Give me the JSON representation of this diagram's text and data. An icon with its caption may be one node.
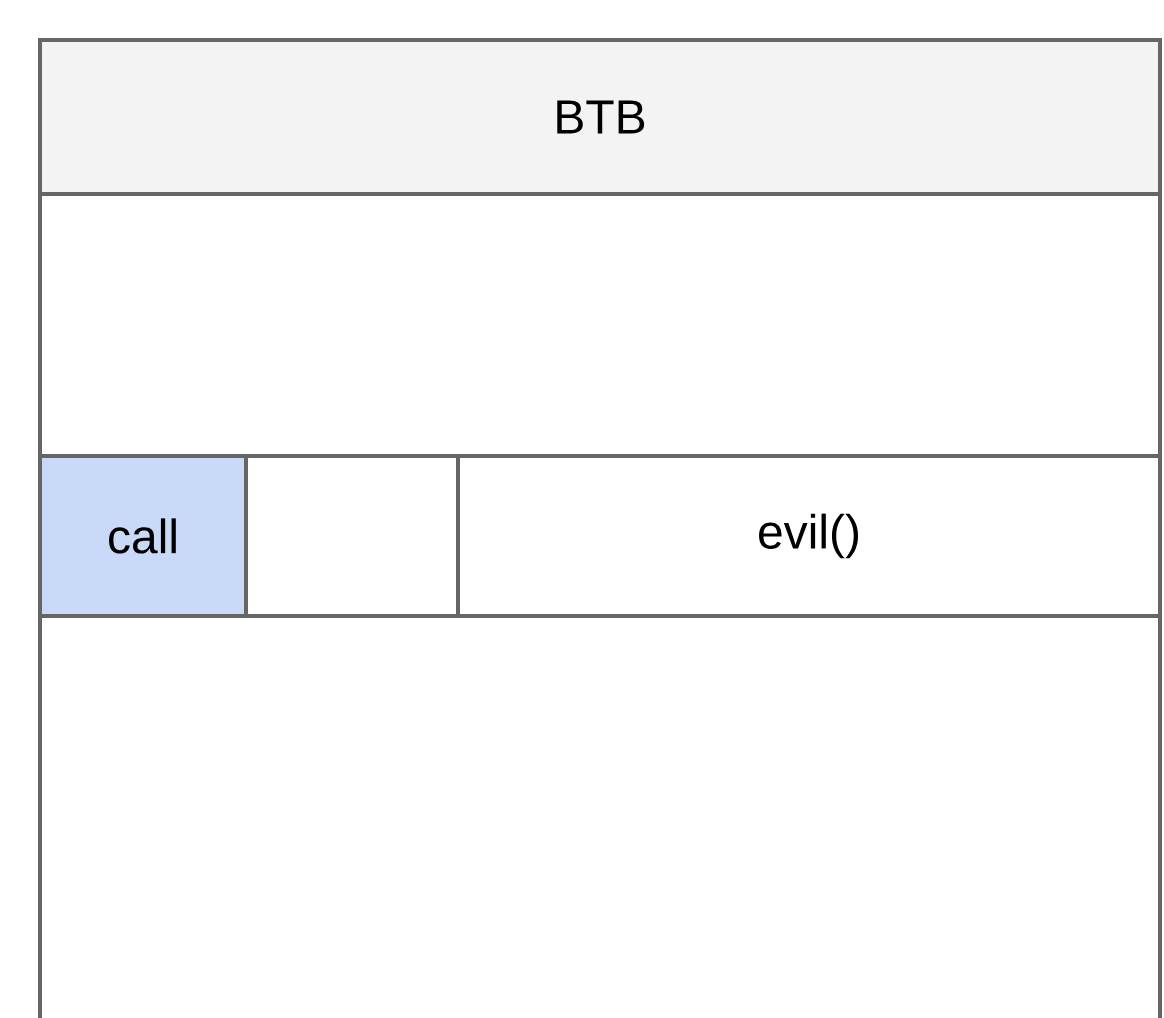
{
  "diagram": {
    "nodes": [
      {
        "text": [],
        "shape": "box"
      },
      {
        "text": [
          "BTB"
        ],
        "in": 0
      },
      {
        "text": [
          "call"
        ],
        "in": 0
      },
      {
        "text": [],
        "shape": "box",
        "in": 0
      },
      {
        "text": [
          "evil()"
        ],
        "in": 0
      }
    ]
  }
}
